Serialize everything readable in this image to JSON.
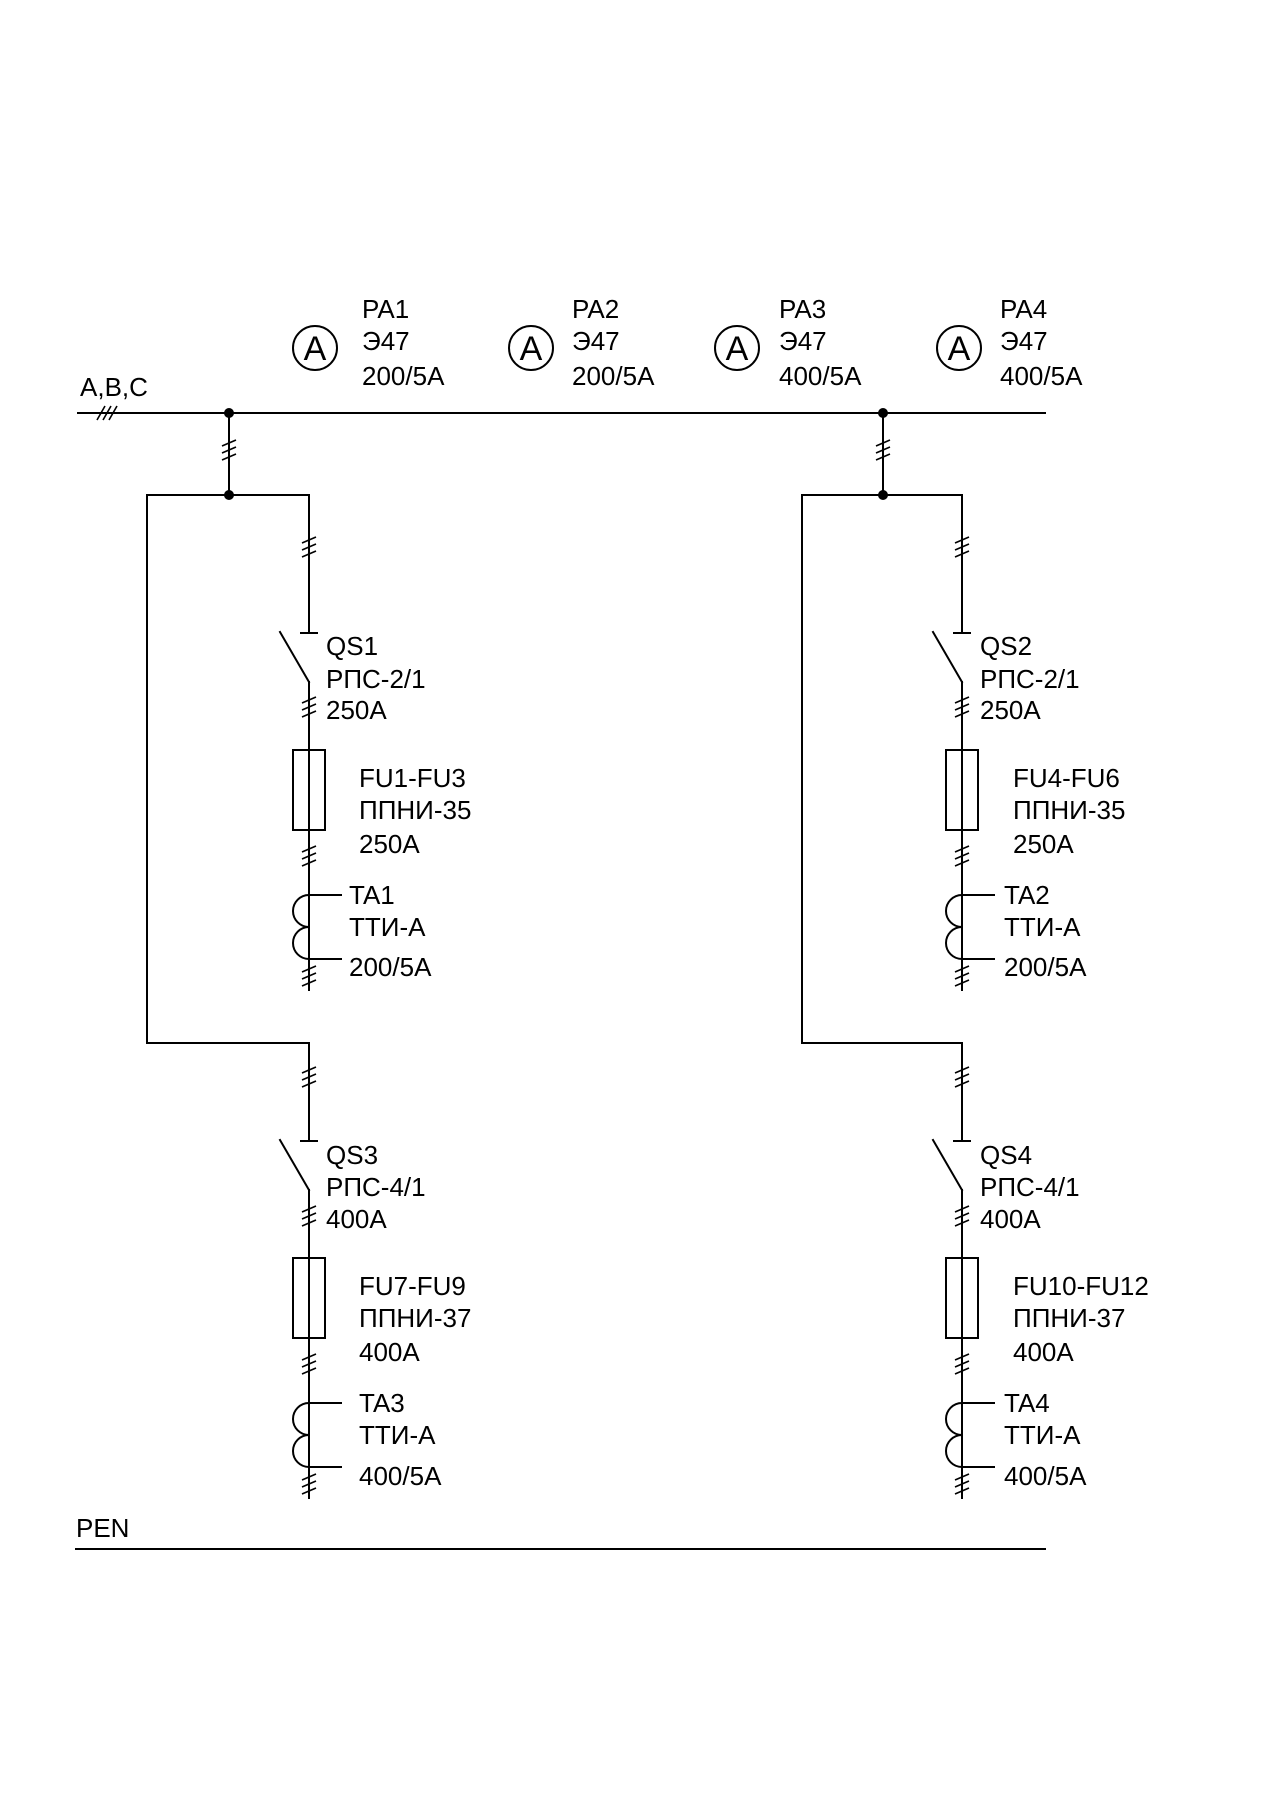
{
  "bus": {
    "phase_label": "A,B,C",
    "neutral_label": "PEN"
  },
  "meters": [
    {
      "symbol": "A",
      "id": "PA1",
      "type": "Э47",
      "rating": "200/5A"
    },
    {
      "symbol": "A",
      "id": "PA2",
      "type": "Э47",
      "rating": "200/5A"
    },
    {
      "symbol": "A",
      "id": "PA3",
      "type": "Э47",
      "rating": "400/5A"
    },
    {
      "symbol": "A",
      "id": "PA4",
      "type": "Э47",
      "rating": "400/5A"
    }
  ],
  "switches": [
    {
      "id": "QS1",
      "type": "РПС-2/1",
      "rating": "250A"
    },
    {
      "id": "QS2",
      "type": "РПС-2/1",
      "rating": "250A"
    },
    {
      "id": "QS3",
      "type": "РПС-4/1",
      "rating": "400A"
    },
    {
      "id": "QS4",
      "type": "РПС-4/1",
      "rating": "400A"
    }
  ],
  "fuses": [
    {
      "id": "FU1-FU3",
      "type": "ППНИ-35",
      "rating": "250A"
    },
    {
      "id": "FU4-FU6",
      "type": "ППНИ-35",
      "rating": "250A"
    },
    {
      "id": "FU7-FU9",
      "type": "ППНИ-37",
      "rating": "400A"
    },
    {
      "id": "FU10-FU12",
      "type": "ППНИ-37",
      "rating": "400A"
    }
  ],
  "transformers": [
    {
      "id": "TA1",
      "type": "ТТИ-А",
      "rating": "200/5A"
    },
    {
      "id": "TA2",
      "type": "ТТИ-А",
      "rating": "200/5A"
    },
    {
      "id": "TA3",
      "type": "ТТИ-А",
      "rating": "400/5A"
    },
    {
      "id": "TA4",
      "type": "ТТИ-А",
      "rating": "400/5A"
    }
  ]
}
